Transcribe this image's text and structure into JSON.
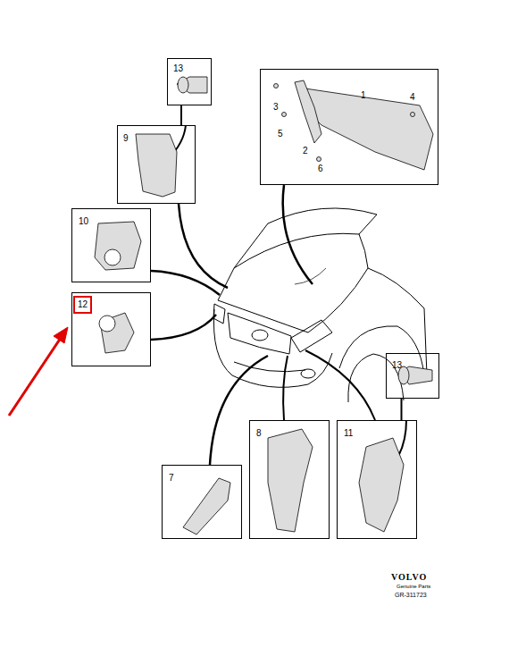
{
  "diagram": {
    "nodes": [
      {
        "text": [
          "13"
        ]
      },
      {
        "text": [
          "1",
          "4",
          "3",
          "5",
          "2",
          "6"
        ]
      },
      {
        "text": [
          "9"
        ]
      },
      {
        "text": [
          "10"
        ]
      },
      {
        "text": [
          "12"
        ]
      },
      {
        "text": [
          "13"
        ]
      },
      {
        "text": [
          "7"
        ]
      },
      {
        "text": [
          "8"
        ]
      },
      {
        "text": [
          "11"
        ]
      }
    ],
    "edges": [
      {
        "from": 0,
        "to": 2,
        "arrow": "none"
      },
      {
        "from": 5,
        "to": 8,
        "arrow": "none"
      }
    ],
    "labels": [
      "VOLVO",
      "Genuine Parts",
      "GR-311723"
    ]
  }
}
